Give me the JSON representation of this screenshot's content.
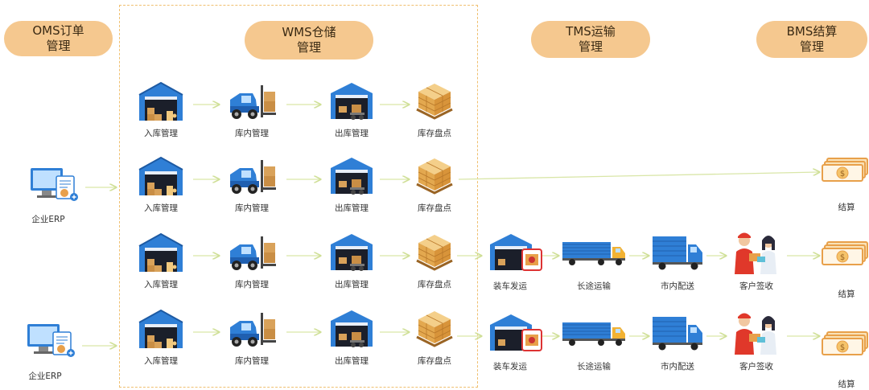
{
  "headers": {
    "oms": [
      "OMS订单",
      "管理"
    ],
    "wms": [
      "WMS仓储",
      "管理"
    ],
    "tms": [
      "TMS运输",
      "管理"
    ],
    "bms": [
      "BMS结算",
      "管理"
    ]
  },
  "erp_label": "企业ERP",
  "wms_steps": [
    "入库管理",
    "库内管理",
    "出库管理",
    "库存盘点"
  ],
  "tms_steps": [
    "装车发运",
    "长途运输",
    "市内配送",
    "客户签收"
  ],
  "settle_label": "结算",
  "colors": {
    "header_fill": "#f5c88f",
    "arrow_line": "#d9e6a8",
    "dashed_border": "#f0c070",
    "blue": "#2f7fd6",
    "orange": "#e8a04a"
  }
}
